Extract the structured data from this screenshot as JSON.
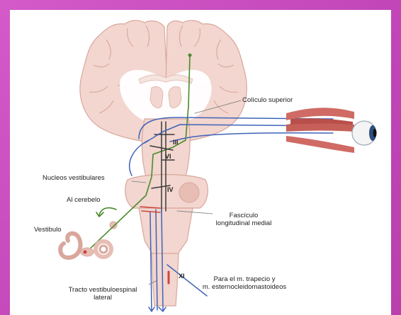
{
  "labels": {
    "coliculo_superior": "Colículo superior",
    "nucleos_vestibulares": "Nucleos vestibulares",
    "al_cerebelo": "Al cerebelo",
    "vestibulo": "Vestibulo",
    "fasciculo_line1": "Fascículo",
    "fasciculo_line2": "longitudinal medial",
    "tracto_line1": "Tracto vestibuloespinal",
    "tracto_line2": "lateral",
    "trapecio_line1": "Para el m. trapecio y",
    "trapecio_line2": "m. esternocleidomastoideos"
  },
  "nuclei": {
    "iii": "III",
    "vi": "VI",
    "iv": "IV",
    "xi": "XI"
  },
  "colors": {
    "frame": "#c94bbe",
    "tissue": "#f2d6cf",
    "tissue_dark": "#e7bdb4",
    "tissue_outline": "#d9a79c",
    "white_matter": "#ffffff",
    "green_pathway": "#4a8a2a",
    "blue_pathway": "#3f63b8",
    "dark_pathway": "#3a3a3a",
    "muscle": "#d06a64"
  }
}
